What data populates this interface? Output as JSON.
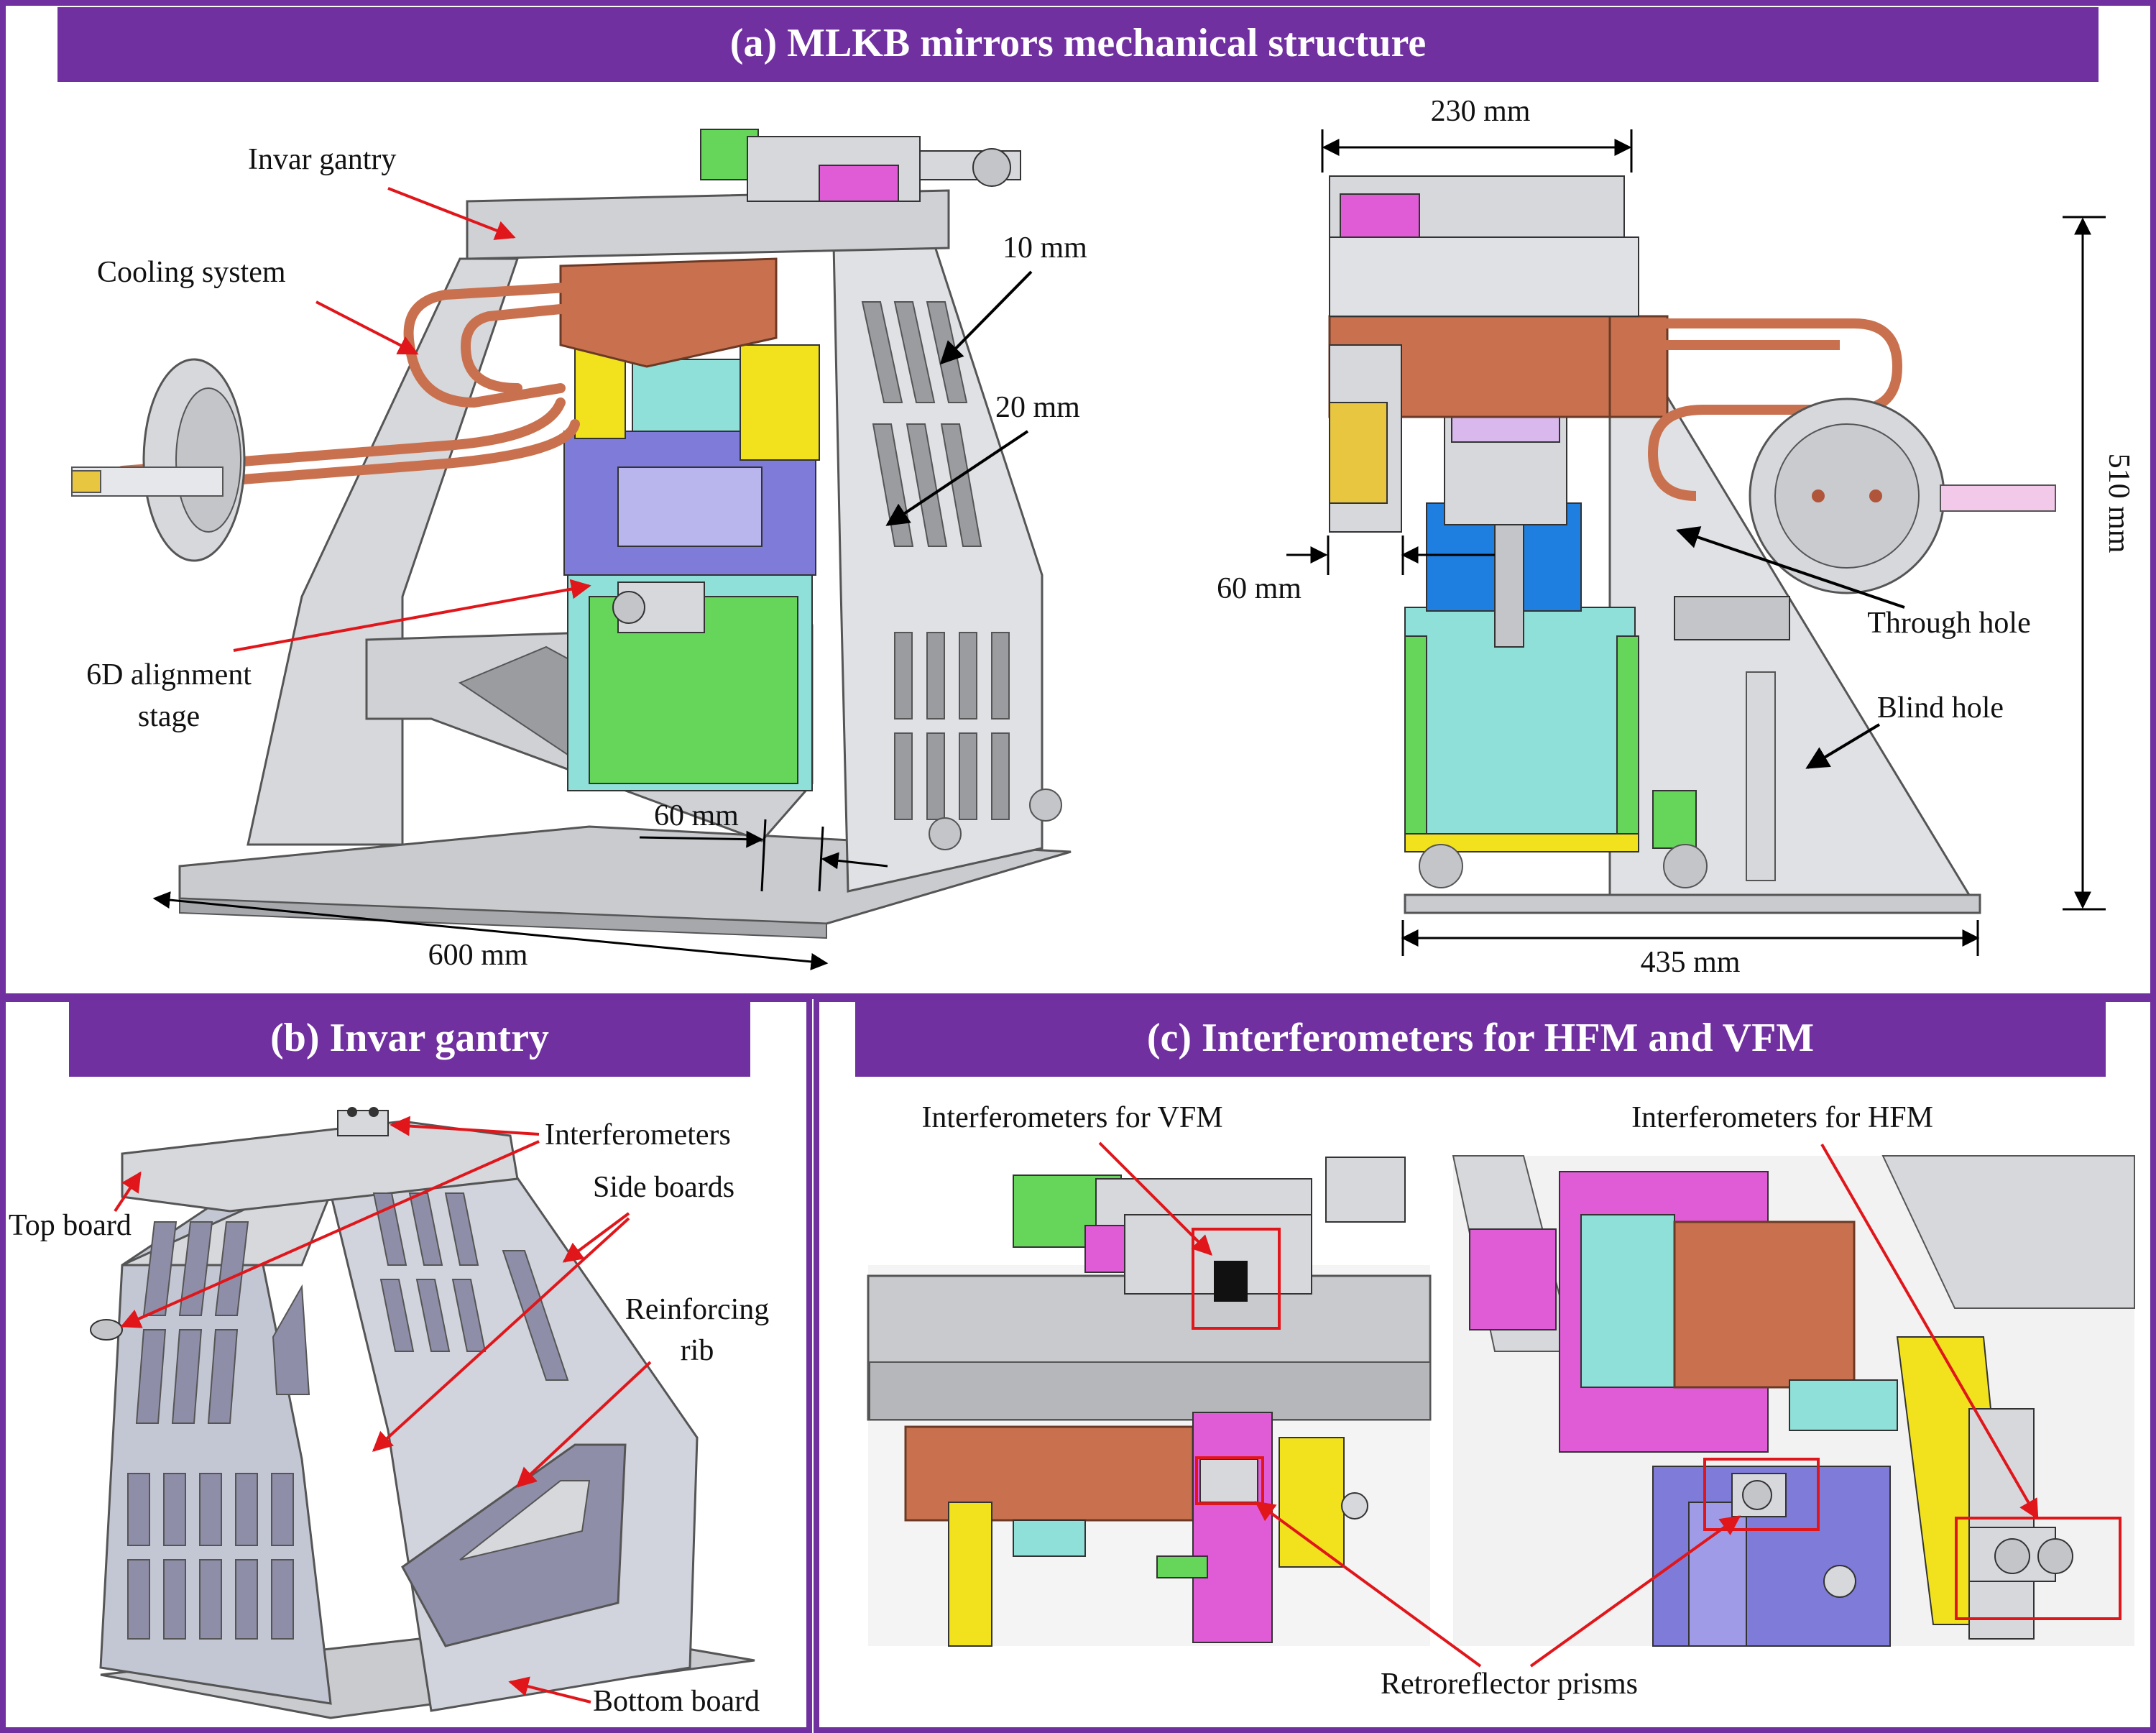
{
  "colors": {
    "accent": "#7030a0",
    "annotation_arrow": "#e0161b",
    "dimension_line": "#000000",
    "invar": "#d6d8dc",
    "copper": "#c9714f",
    "purple_stage": "#7f7bd9",
    "cyan_stage": "#8fe0d8",
    "green_stage": "#66d65a",
    "yellow_stage": "#f2e21e",
    "magenta_stage": "#e05bd6",
    "blue_stage": "#1e7fe0"
  },
  "panels": {
    "a": {
      "title": "(a) MLKB mirrors mechanical structure",
      "labels": {
        "invar_gantry": "Invar gantry",
        "cooling_system": "Cooling system",
        "alignment_line1": "6D alignment",
        "alignment_line2": "stage",
        "dim_10": "10 mm",
        "dim_20": "20 mm",
        "dim_60_left": "60 mm",
        "dim_600": "600 mm",
        "dim_230": "230 mm",
        "dim_510": "510 mm",
        "dim_60_right": "60 mm",
        "dim_435": "435 mm",
        "through_hole": "Through hole",
        "blind_hole": "Blind hole"
      }
    },
    "b": {
      "title": "(b) Invar gantry",
      "labels": {
        "interferometers": "Interferometers",
        "top_board": "Top board",
        "side_boards": "Side boards",
        "reinforcing_line1": "Reinforcing",
        "reinforcing_line2": "rib",
        "bottom_board": "Bottom board"
      }
    },
    "c": {
      "title": "(c) Interferometers for HFM and VFM",
      "labels": {
        "vfm": "Interferometers for VFM",
        "hfm": "Interferometers for HFM",
        "retroreflector": "Retroreflector prisms"
      }
    }
  }
}
